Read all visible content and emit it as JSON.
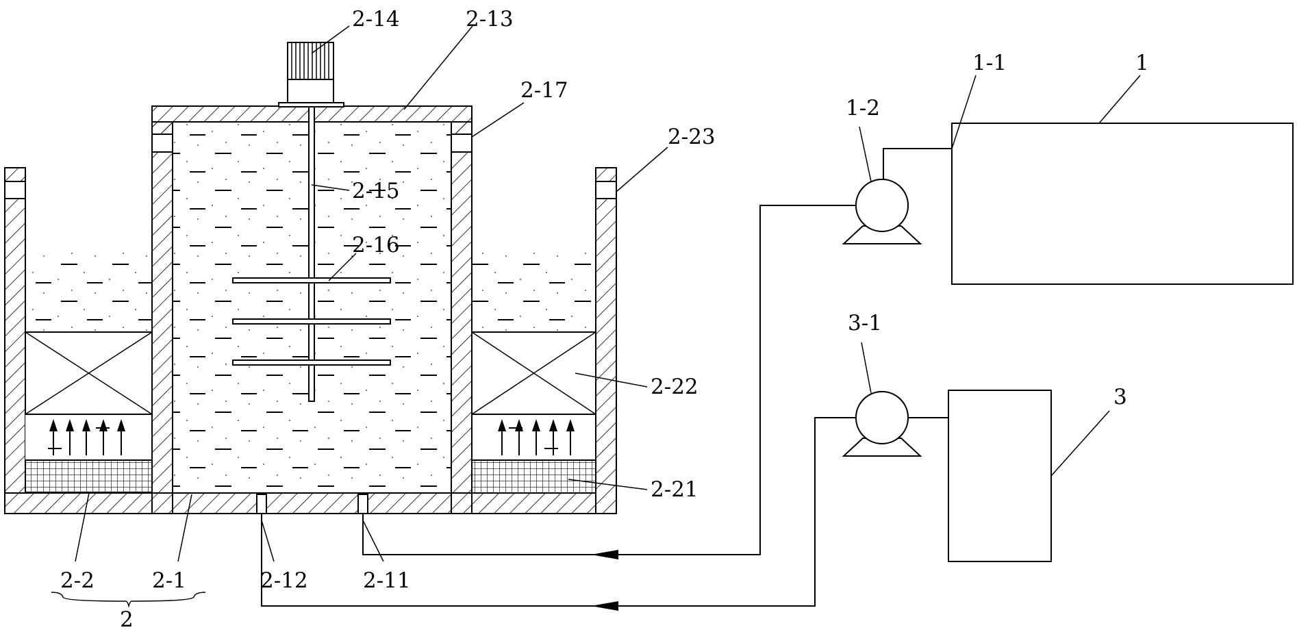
{
  "diagram": {
    "labels": {
      "l_2_14": "2-14",
      "l_2_13": "2-13",
      "l_2_17": "2-17",
      "l_2_23": "2-23",
      "l_2_15": "2-15",
      "l_2_16": "2-16",
      "l_2_22": "2-22",
      "l_2_21": "2-21",
      "l_2_2": "2-2",
      "l_2_1": "2-1",
      "l_2_12": "2-12",
      "l_2_11": "2-11",
      "l_2": "2",
      "l_1_1": "1-1",
      "l_1": "1",
      "l_1_2": "1-2",
      "l_3_1": "3-1",
      "l_3": "3"
    }
  }
}
